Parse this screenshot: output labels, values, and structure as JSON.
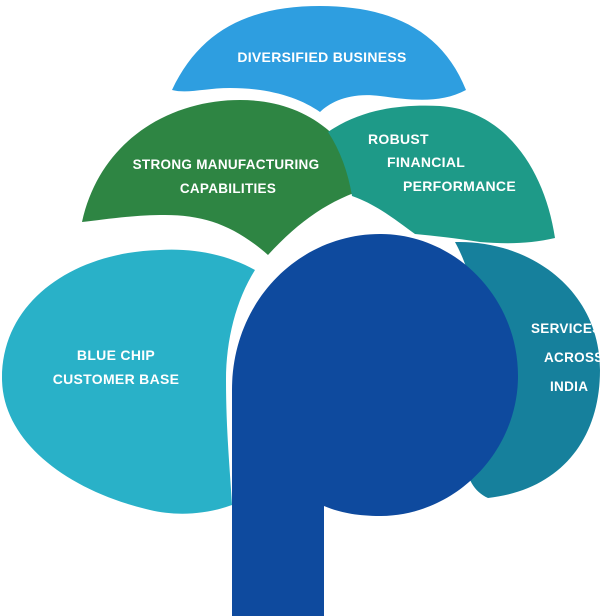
{
  "diagram": {
    "petals": {
      "diversified": {
        "line1": "DIVERSIFIED BUSINESS",
        "color": "#2E9EE0"
      },
      "manufacturing": {
        "line1": "STRONG MANUFACTURING",
        "line2": "CAPABILITIES",
        "color": "#2E8543"
      },
      "financial": {
        "line1": "ROBUST",
        "line2": "FINANCIAL",
        "line3": "PERFORMANCE",
        "color": "#1E9A88"
      },
      "customer": {
        "line1": "BLUE CHIP",
        "line2": "CUSTOMER BASE",
        "color": "#29B1C8"
      },
      "services": {
        "line1": "SERVICES",
        "line2": "ACROSS",
        "line3": "INDIA",
        "color": "#16809C"
      }
    },
    "logo": {
      "letter_color": "#0E4A9E",
      "glyph": "p"
    }
  }
}
